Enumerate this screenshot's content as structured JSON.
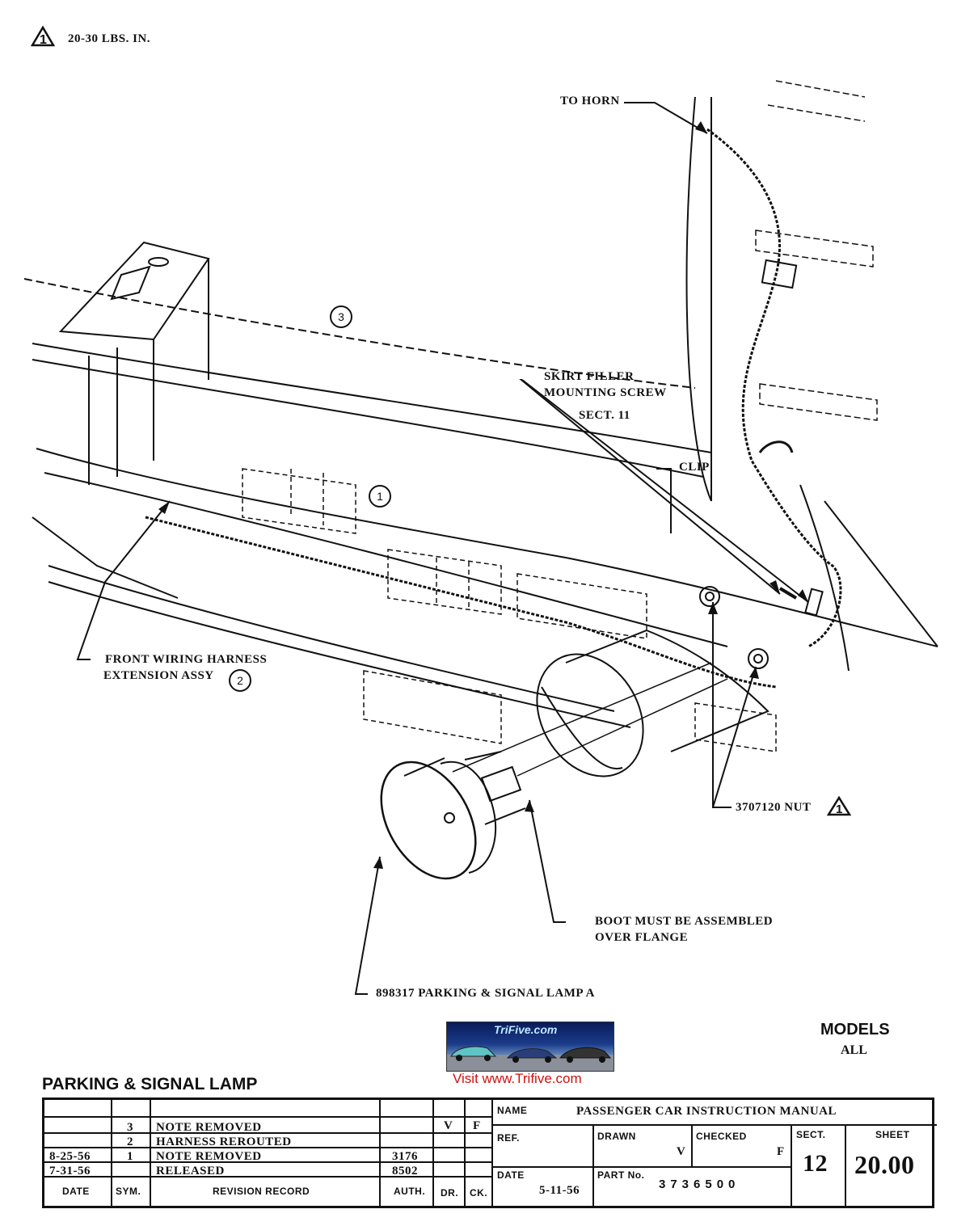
{
  "torque_note": {
    "symbol": "1",
    "text": "20-30 LBS. IN."
  },
  "callouts": {
    "to_horn": "TO HORN",
    "skirt_filler_line1": "SKIRT FILLER",
    "skirt_filler_line2": "MOUNTING SCREW",
    "skirt_filler_line3": "SECT. 11",
    "clip": "CLIP",
    "harness_line1": "FRONT WIRING HARNESS",
    "harness_line2": "EXTENSION ASSY",
    "nut": "3707120 NUT",
    "nut_symbol": "1",
    "boot_line1": "BOOT MUST BE ASSEMBLED",
    "boot_line2": "OVER FLANGE",
    "lamp": "898317 PARKING & SIGNAL LAMP A"
  },
  "circled_numbers": {
    "n3": "3",
    "n1": "1",
    "n2": "2"
  },
  "logo": {
    "brand": "TriFive.com",
    "visit": "Visit www.Trifive.com"
  },
  "models": {
    "label": "MODELS",
    "value": "ALL"
  },
  "drawing_title": "PARKING & SIGNAL LAMP",
  "title_block": {
    "name_label": "NAME",
    "name_value": "PASSENGER CAR INSTRUCTION MANUAL",
    "ref_label": "REF.",
    "drawn_label": "DRAWN",
    "drawn_value": "V",
    "checked_label": "CHECKED",
    "checked_value": "F",
    "sect_label": "SECT.",
    "sect_value": "12",
    "sheet_label": "SHEET",
    "sheet_value": "20.00",
    "date_label": "DATE",
    "date_value": "5-11-56",
    "part_label": "PART No.",
    "part_value": "3736500"
  },
  "revision_record": {
    "headers": {
      "date": "DATE",
      "sym": "SYM.",
      "record": "REVISION RECORD",
      "auth": "AUTH.",
      "dr": "DR.",
      "ck": "CK."
    },
    "top_row": {
      "dr": "V",
      "ck": "F"
    },
    "rows": [
      {
        "date": "",
        "sym": "3",
        "record": "NOTE REMOVED",
        "auth": ""
      },
      {
        "date": "",
        "sym": "2",
        "record": "HARNESS REROUTED",
        "auth": ""
      },
      {
        "date": "8-25-56",
        "sym": "1",
        "record": "NOTE REMOVED",
        "auth": "3176"
      },
      {
        "date": "7-31-56",
        "sym": "",
        "record": "RELEASED",
        "auth": "8502"
      }
    ]
  }
}
